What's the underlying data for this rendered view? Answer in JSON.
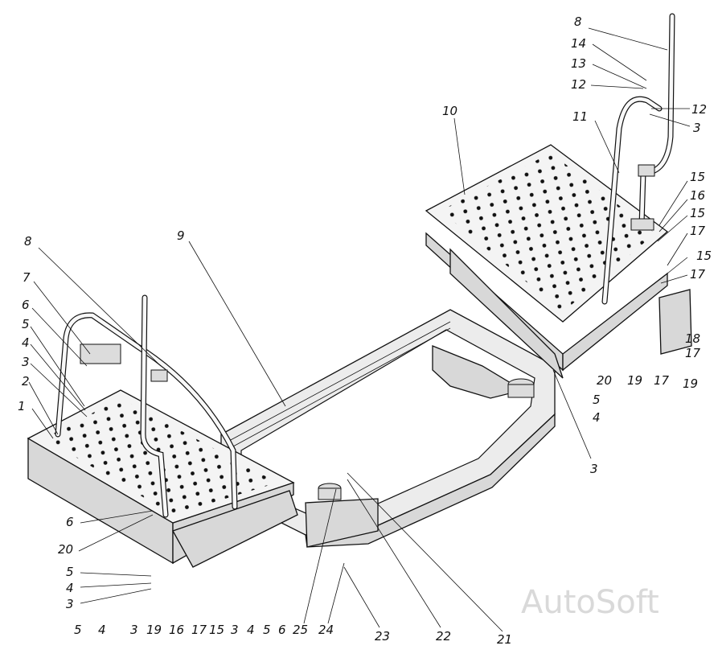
{
  "callouts": {
    "c8_top": "8",
    "c14": "14",
    "c13": "13",
    "c12_a": "12",
    "c12_b": "12",
    "c3_r": "3",
    "c11": "11",
    "c10": "10",
    "c15_a": "15",
    "c16_r": "16",
    "c15_b": "15",
    "c17_a": "17",
    "c15_c": "15",
    "c17_b": "17",
    "c18": "18",
    "c17_c": "17",
    "c19_r": "19",
    "c20_r": "20",
    "c19_m": "19",
    "c17_m": "17",
    "c5_c": "5",
    "c4_c": "4",
    "c3_c": "3",
    "c9": "9",
    "c8_l": "8",
    "c7": "7",
    "c6_l": "6",
    "c5_l": "5",
    "c4_l": "4",
    "c3_l": "3",
    "c2": "2",
    "c1": "1",
    "c6_m": "6",
    "c20_l": "20",
    "c5_b": "5",
    "c4_b": "4",
    "c3_b": "3",
    "b5": "5",
    "b4": "4",
    "b3": "3",
    "b19": "19",
    "b16": "16",
    "b17": "17",
    "b15": "15",
    "b3b": "3",
    "b4b": "4",
    "b5b": "5",
    "b6": "6",
    "b25": "25",
    "b24": "24",
    "b23": "23",
    "b22": "22",
    "b21": "21"
  },
  "watermark": "AutoSoft"
}
